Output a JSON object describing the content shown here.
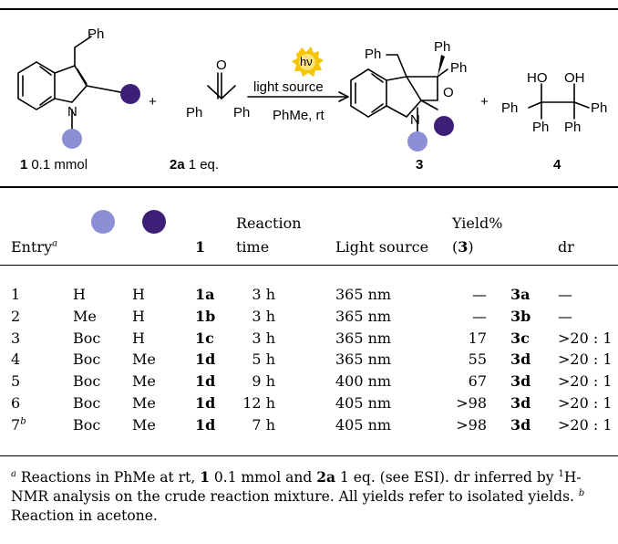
{
  "scheme": {
    "reactant1": {
      "substituent": "Ph",
      "atom_n": "N",
      "id": "1",
      "amount": "0.1 mmol"
    },
    "reactant2": {
      "atom_o": "O",
      "left": "Ph",
      "right": "Ph",
      "id": "2a",
      "amount": "1 eq."
    },
    "plus": "+",
    "light_badge": "hν",
    "arrow_top": "light source",
    "arrow_bottom": "PhMe, rt",
    "product3": {
      "ph_a": "Ph",
      "ph_b": "Ph",
      "ph_c": "Ph",
      "atom_o": "O",
      "atom_n": "N",
      "id": "3"
    },
    "product4": {
      "ho": "HO",
      "oh": "OH",
      "ph_tl": "Ph",
      "ph_tr": "Ph",
      "ph_bl": "Ph",
      "ph_br": "Ph",
      "id": "4"
    },
    "colors": {
      "light_dot": "#8a8fd6",
      "dark_dot": "#3d1f78",
      "badge": "#f6c400"
    }
  },
  "table": {
    "headers": {
      "entry": "Entry",
      "entry_sup": "a",
      "col1": "1",
      "reaction": "Reaction",
      "time": "time",
      "light": "Light source",
      "yield": "Yield%",
      "yield_paren_open": "(",
      "yield_num": "3",
      "yield_paren_close": ")",
      "dr": "dr"
    },
    "rows": [
      {
        "entry": "1",
        "sup": "",
        "r1": "H",
        "r2": "H",
        "c1": "1a",
        "time": "3 h",
        "light": "365 nm",
        "yield": "—",
        "prod": "3a",
        "dr": "—"
      },
      {
        "entry": "2",
        "sup": "",
        "r1": "Me",
        "r2": "H",
        "c1": "1b",
        "time": "3 h",
        "light": "365 nm",
        "yield": "—",
        "prod": "3b",
        "dr": "—"
      },
      {
        "entry": "3",
        "sup": "",
        "r1": "Boc",
        "r2": "H",
        "c1": "1c",
        "time": "3 h",
        "light": "365 nm",
        "yield": "17",
        "prod": "3c",
        "dr": ">20 : 1"
      },
      {
        "entry": "4",
        "sup": "",
        "r1": "Boc",
        "r2": "Me",
        "c1": "1d",
        "time": "5 h",
        "light": "365 nm",
        "yield": "55",
        "prod": "3d",
        "dr": ">20 : 1"
      },
      {
        "entry": "5",
        "sup": "",
        "r1": "Boc",
        "r2": "Me",
        "c1": "1d",
        "time": "9 h",
        "light": "400 nm",
        "yield": "67",
        "prod": "3d",
        "dr": ">20 : 1"
      },
      {
        "entry": "6",
        "sup": "",
        "r1": "Boc",
        "r2": "Me",
        "c1": "1d",
        "time": "12 h",
        "light": "405 nm",
        "yield": ">98",
        "prod": "3d",
        "dr": ">20 : 1"
      },
      {
        "entry": "7",
        "sup": "b",
        "r1": "Boc",
        "r2": "Me",
        "c1": "1d",
        "time": "7 h",
        "light": "405 nm",
        "yield": ">98",
        "prod": "3d",
        "dr": ">20 : 1"
      }
    ]
  },
  "footnote": {
    "a_mark": "a",
    "t1": " Reactions in PhMe at rt, ",
    "b1": "1",
    "t2": " 0.1 mmol and ",
    "b2": "2a",
    "t3": " 1 eq. (see ESI). dr inferred by ",
    "nmr_sup": "1",
    "t4": "H-NMR analysis on the crude reaction mixture. All yields refer to isolated yields. ",
    "b_mark": "b",
    "t5": " Reaction in acetone."
  }
}
